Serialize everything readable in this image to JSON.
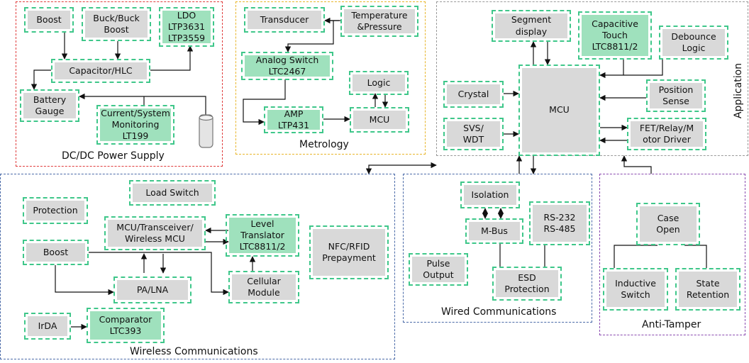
{
  "colors": {
    "power": "#e03c3c",
    "metrology": "#e8b52a",
    "application": "#9a9a9a",
    "wireless": "#4a6aa8",
    "wired": "#4a6aa8",
    "antitamper": "#8a4ab0",
    "block_border": "#3fc78a",
    "block_gray": "#d9d9d9",
    "block_teal": "#9fe1bd"
  },
  "groups": {
    "power": "DC/DC Power Supply",
    "metrology": "Metrology",
    "application": "Application",
    "wireless": "Wireless Communications",
    "wired": "Wired Communications",
    "antitamper": "Anti-Tamper"
  },
  "blocks": {
    "boost_top": "Boost",
    "buck_boost": "Buck/Buck\nBoost",
    "ldo": "LDO\nLTP3631\nLTP3559",
    "capacitor_hlc": "Capacitor/HLC",
    "battery_gauge": "Battery\nGauge",
    "current_monitoring": "Current/System\nMonitoring\nLT199",
    "transducer": "Transducer",
    "temp_pressure": "Temperature\n&Pressure",
    "analog_switch": "Analog Switch\nLTC2467",
    "logic": "Logic",
    "amp": "AMP\nLTP431",
    "mcu_metrology": "MCU",
    "segment_display": "Segment\ndisplay",
    "capacitive_touch": "Capacitive\nTouch\nLTC8811/2",
    "debounce_logic": "Debounce\nLogic",
    "crystal": "Crystal",
    "mcu_app": "MCU",
    "position_sense": "Position\nSense",
    "svs_wdt": "SVS/\nWDT",
    "fet_relay": "FET/Relay/M\notor Driver",
    "load_switch": "Load Switch",
    "protection": "Protection",
    "mcu_transceiver": "MCU/Transceiver/\nWireless MCU",
    "level_translator": "Level\nTranslator\nLTC8811/2",
    "nfc_rfid": "NFC/RFID\nPrepayment",
    "boost_wireless": "Boost",
    "pa_lna": "PA/LNA",
    "cellular": "Cellular\nModule",
    "irda": "IrDA",
    "comparator": "Comparator\nLTC393",
    "isolation": "Isolation",
    "mbus": "M-Bus",
    "rs232": "RS-232\nRS-485",
    "pulse_output": "Pulse\nOutput",
    "esd": "ESD\nProtection",
    "case_open": "Case\nOpen",
    "inductive_switch": "Inductive\nSwitch",
    "state_retention": "State\nRetention"
  }
}
